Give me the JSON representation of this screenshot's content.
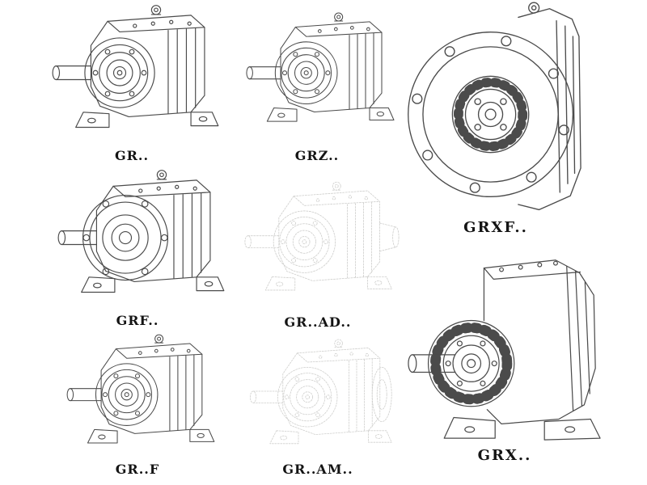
{
  "catalog": {
    "items": [
      {
        "id": "gr",
        "label": "GR..",
        "style": "solid",
        "drawing": "helical-gear-unit-foot-mounted-iso"
      },
      {
        "id": "grz",
        "label": "GRZ..",
        "style": "solid",
        "drawing": "helical-gear-unit-foot-mounted-iso"
      },
      {
        "id": "grxf",
        "label": "GRXF..",
        "style": "solid",
        "drawing": "flange-mounted-gear-unit-front-view"
      },
      {
        "id": "grf",
        "label": "GRF..",
        "style": "solid",
        "drawing": "flange-output-gear-unit-iso"
      },
      {
        "id": "grad",
        "label": "GR..AD..",
        "style": "ghost",
        "drawing": "gear-unit-with-input-shaft-adapter-iso"
      },
      {
        "id": "grx",
        "label": "GRX..",
        "style": "solid",
        "drawing": "foot-mounted-gear-unit-ribbed-iso"
      },
      {
        "id": "grff",
        "label": "GR..F",
        "style": "solid",
        "drawing": "helical-gear-unit-foot-mounted-iso"
      },
      {
        "id": "gram",
        "label": "GR..AM..",
        "style": "ghost",
        "drawing": "gear-unit-with-motor-flange-adapter-iso"
      }
    ],
    "colors": {
      "line": "#4b4b4b",
      "ghost_line": "#cfcfcd",
      "label": "#141414",
      "background": "#ffffff"
    }
  }
}
